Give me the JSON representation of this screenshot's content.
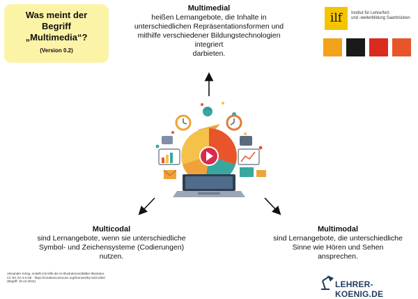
{
  "title": {
    "line1": "Was meint der",
    "line2": "Begriff",
    "line3": "„Multimedia“?",
    "version": "(Version 0.2)"
  },
  "multimedial": {
    "heading": "Multimedial",
    "line1": "heißen Lernangebote, die Inhalte in",
    "line2": "unterschiedlichen Repräsentationsformen und",
    "line3": "mithilfe verschiedener Bildungstechnologien integriert",
    "line4": "darbieten."
  },
  "multicodal": {
    "heading": "Multicodal",
    "line1": "sind Lernangebote, wenn sie unterschiedliche",
    "line2": "Symbol- und Zeichensysteme (Codierungen)",
    "line3": "nutzen."
  },
  "multimodal": {
    "heading": "Multimodal",
    "line1": "sind Lernangebote, die unterschiedliche",
    "line2": "Sinne wie Hören und Sehen",
    "line3": "ansprechen."
  },
  "logo": {
    "mark": "ilf",
    "inst_line1": "Institut für Lehrerfort-",
    "inst_line2": "und -weiterbildung Saarbrücken",
    "square_colors": [
      "#f2a21b",
      "#1a1a1a",
      "#d92b1e",
      "#e8552a"
    ]
  },
  "credit": {
    "line1": "Alexander König, erstellt mit Hilfe der KI-Illustrationen/Bilder-Illustrator,",
    "line2": "CC BY SA 3.0 DE - https://creativecommons.org/licenses/by-sa/3.0/de/",
    "line3": "(Begriff: 15.12.2024)"
  },
  "brand": {
    "text": "LEHRER-KOENIG.DE",
    "icon": "desk-lamp-icon"
  }
}
